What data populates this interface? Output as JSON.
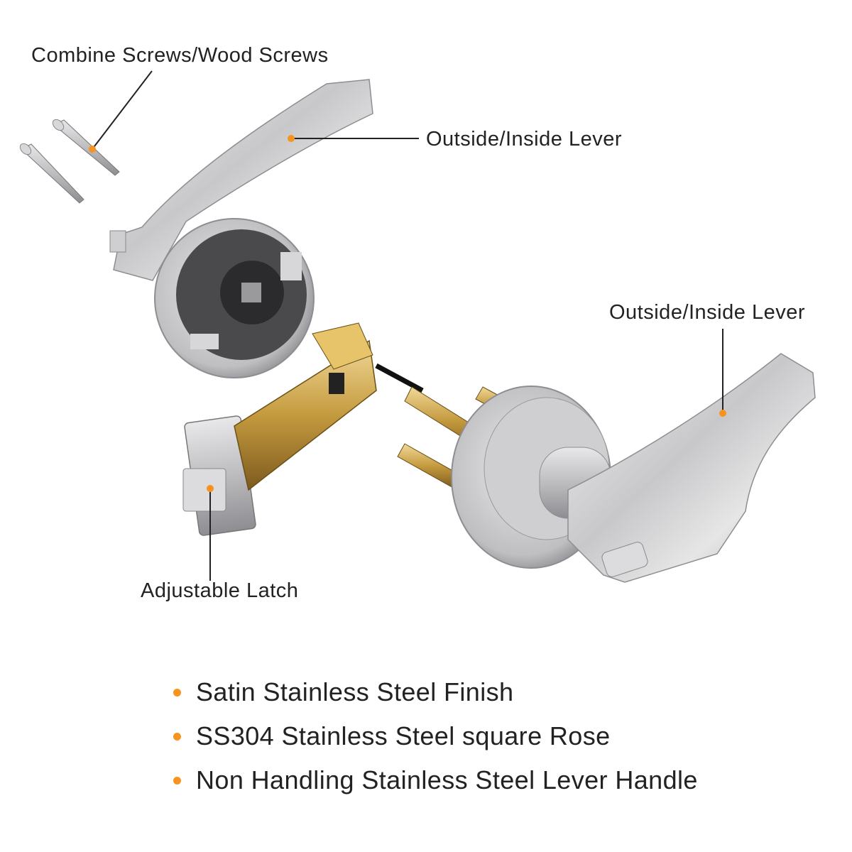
{
  "callouts": {
    "screws": "Combine Screws/Wood Screws",
    "lever_top": "Outside/Inside Lever",
    "lever_right": "Outside/Inside Lever",
    "latch": "Adjustable Latch"
  },
  "features": [
    "Satin Stainless Steel Finish",
    "SS304 Stainless Steel square Rose",
    "Non Handling Stainless Steel Lever Handle"
  ],
  "colors": {
    "accent": "#f7931e",
    "steel": "#c9c9cb",
    "brass": "#c7a14a",
    "text": "#222222"
  }
}
